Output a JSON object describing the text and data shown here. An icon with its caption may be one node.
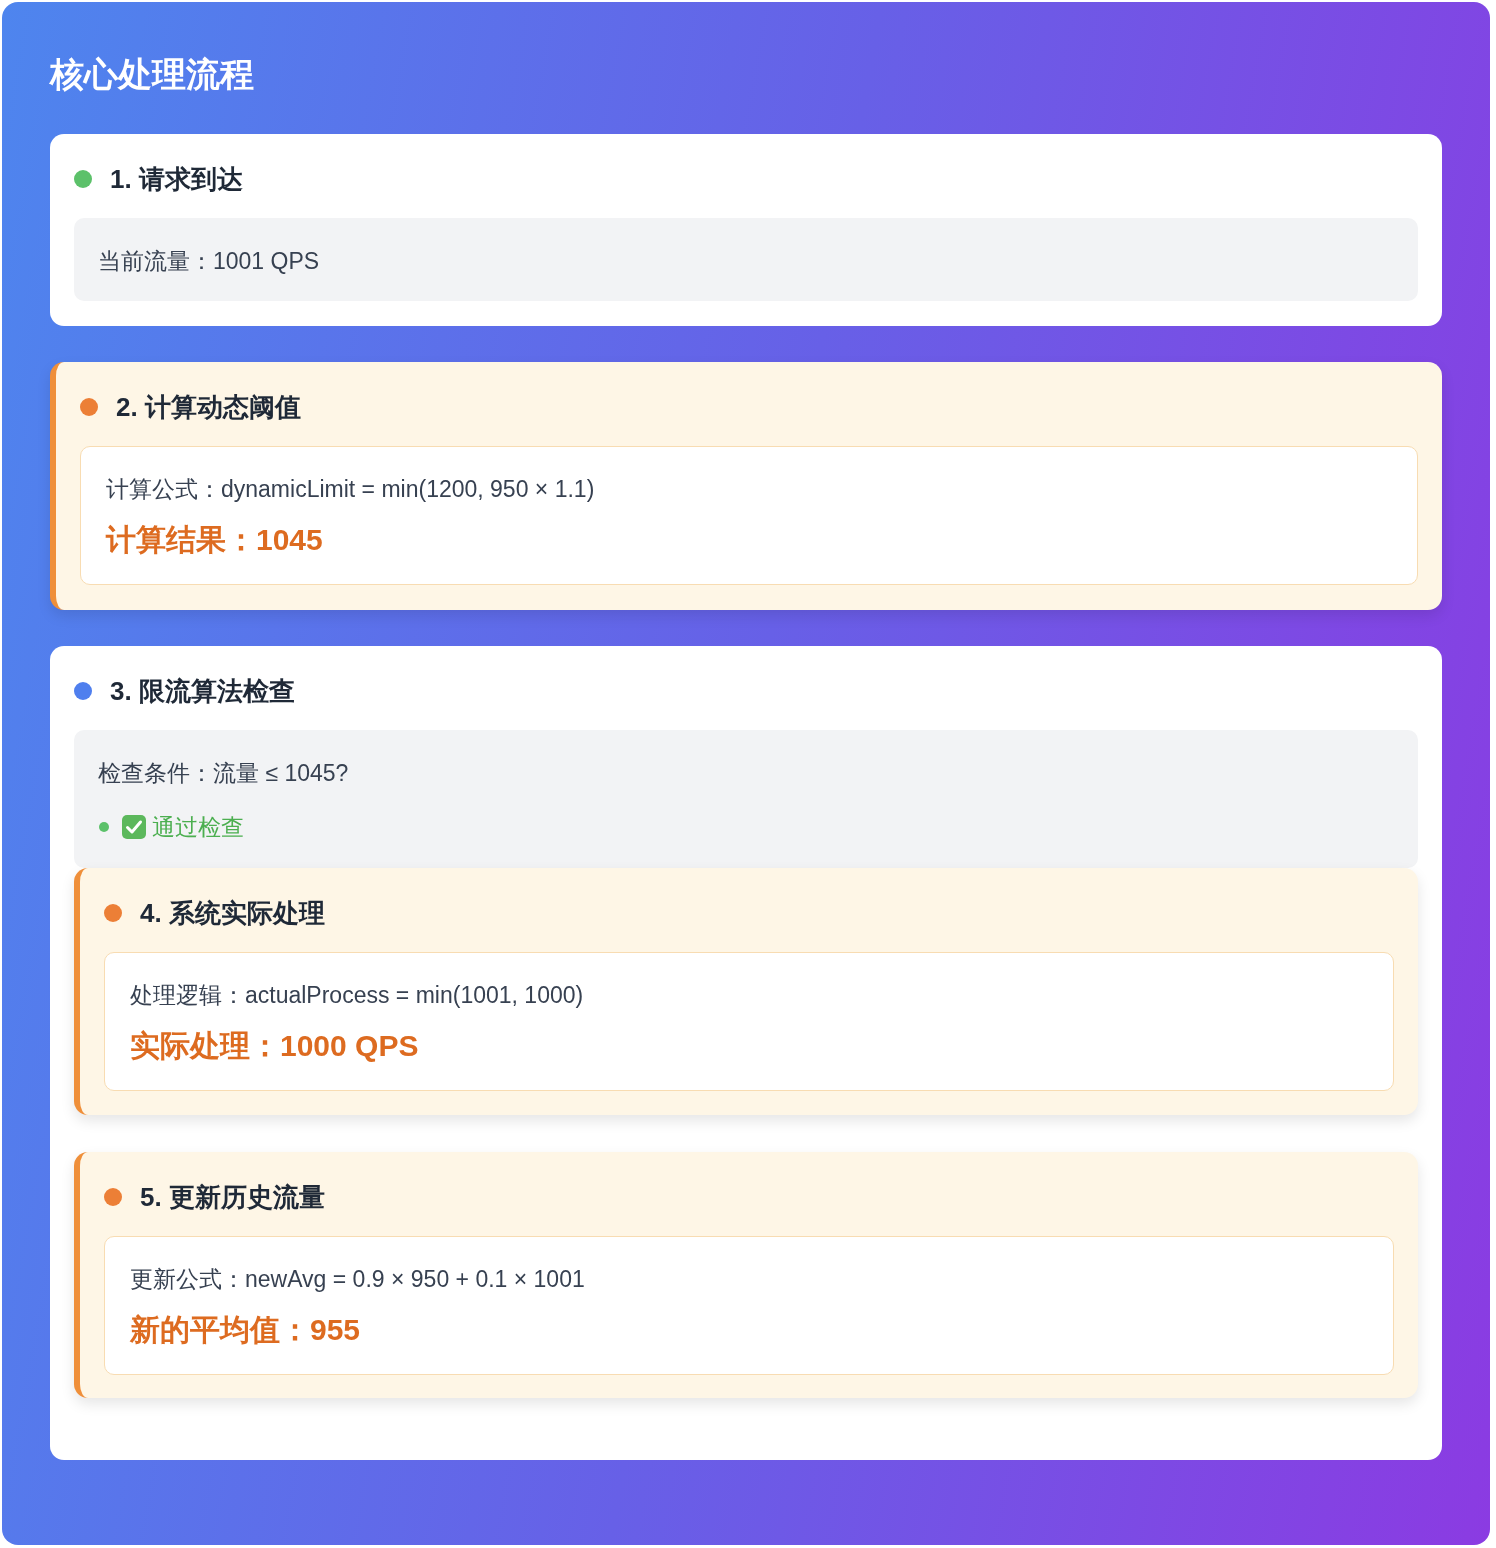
{
  "diagram": {
    "title": "核心处理流程",
    "nodes": [
      {
        "text": [
          "1. 请求到达"
        ]
      },
      {
        "text": [
          "当前流量：1001 QPS"
        ],
        "in": 0
      },
      {
        "text": [
          "2. 计算动态阈值"
        ]
      },
      {
        "text": [
          "计算公式：dynamicLimit = min(1200, 950 × 1.1)",
          "计算结果：1045"
        ],
        "in": 2
      },
      {
        "text": [
          "3. 限流算法检查"
        ]
      },
      {
        "text": [
          "检查条件：流量 ≤ 1045?",
          "通过检查"
        ],
        "in": 4
      },
      {
        "text": [
          "4. 系统实际处理"
        ],
        "in": 4
      },
      {
        "text": [
          "处理逻辑：actualProcess = min(1001, 1000)",
          "实际处理：1000 QPS"
        ],
        "in": 6
      },
      {
        "text": [
          "5. 更新历史流量"
        ],
        "in": 4
      },
      {
        "text": [
          "更新公式：newAvg = 0.9 × 950 + 0.1 × 1001",
          "新的平均值：955"
        ],
        "in": 8
      }
    ]
  }
}
